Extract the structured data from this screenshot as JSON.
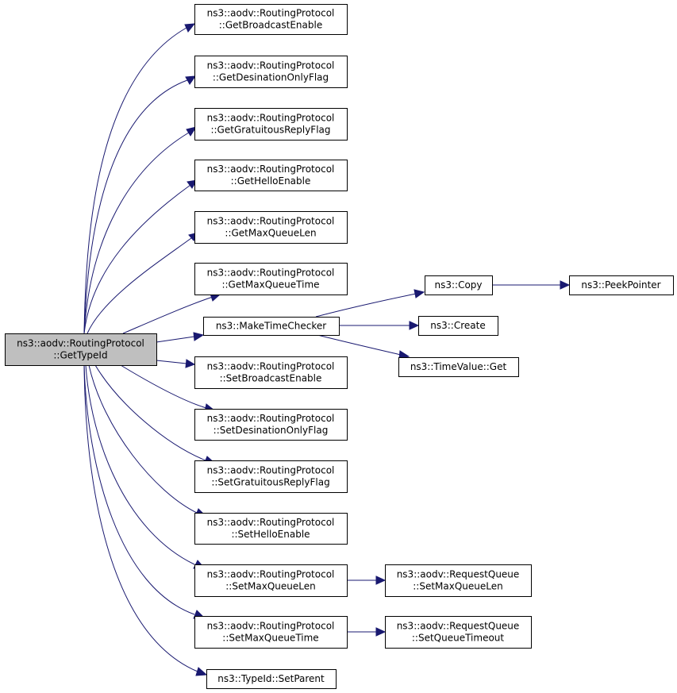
{
  "graph": {
    "nodes": {
      "root": [
        "ns3::aodv::RoutingProtocol",
        "::GetTypeId"
      ],
      "get_broadcast_enable": [
        "ns3::aodv::RoutingProtocol",
        "::GetBroadcastEnable"
      ],
      "get_desination_only_flag": [
        "ns3::aodv::RoutingProtocol",
        "::GetDesinationOnlyFlag"
      ],
      "get_gratuitous_reply_flag": [
        "ns3::aodv::RoutingProtocol",
        "::GetGratuitousReplyFlag"
      ],
      "get_hello_enable": [
        "ns3::aodv::RoutingProtocol",
        "::GetHelloEnable"
      ],
      "get_max_queue_len": [
        "ns3::aodv::RoutingProtocol",
        "::GetMaxQueueLen"
      ],
      "get_max_queue_time": [
        "ns3::aodv::RoutingProtocol",
        "::GetMaxQueueTime"
      ],
      "make_time_checker": [
        "ns3::MakeTimeChecker"
      ],
      "copy": [
        "ns3::Copy"
      ],
      "peek_pointer": [
        "ns3::PeekPointer"
      ],
      "create": [
        "ns3::Create"
      ],
      "time_value_get": [
        "ns3::TimeValue::Get"
      ],
      "set_broadcast_enable": [
        "ns3::aodv::RoutingProtocol",
        "::SetBroadcastEnable"
      ],
      "set_desination_only_flag": [
        "ns3::aodv::RoutingProtocol",
        "::SetDesinationOnlyFlag"
      ],
      "set_gratuitous_reply_flag": [
        "ns3::aodv::RoutingProtocol",
        "::SetGratuitousReplyFlag"
      ],
      "set_hello_enable": [
        "ns3::aodv::RoutingProtocol",
        "::SetHelloEnable"
      ],
      "set_max_queue_len": [
        "ns3::aodv::RoutingProtocol",
        "::SetMaxQueueLen"
      ],
      "rq_set_max_queue_len": [
        "ns3::aodv::RequestQueue",
        "::SetMaxQueueLen"
      ],
      "set_max_queue_time": [
        "ns3::aodv::RoutingProtocol",
        "::SetMaxQueueTime"
      ],
      "rq_set_queue_timeout": [
        "ns3::aodv::RequestQueue",
        "::SetQueueTimeout"
      ],
      "type_id_set_parent": [
        "ns3::TypeId::SetParent"
      ]
    },
    "colors": {
      "edge": "#191970",
      "root_fill": "#bfbfbf",
      "node_fill": "#ffffff",
      "node_border": "#000000"
    }
  }
}
